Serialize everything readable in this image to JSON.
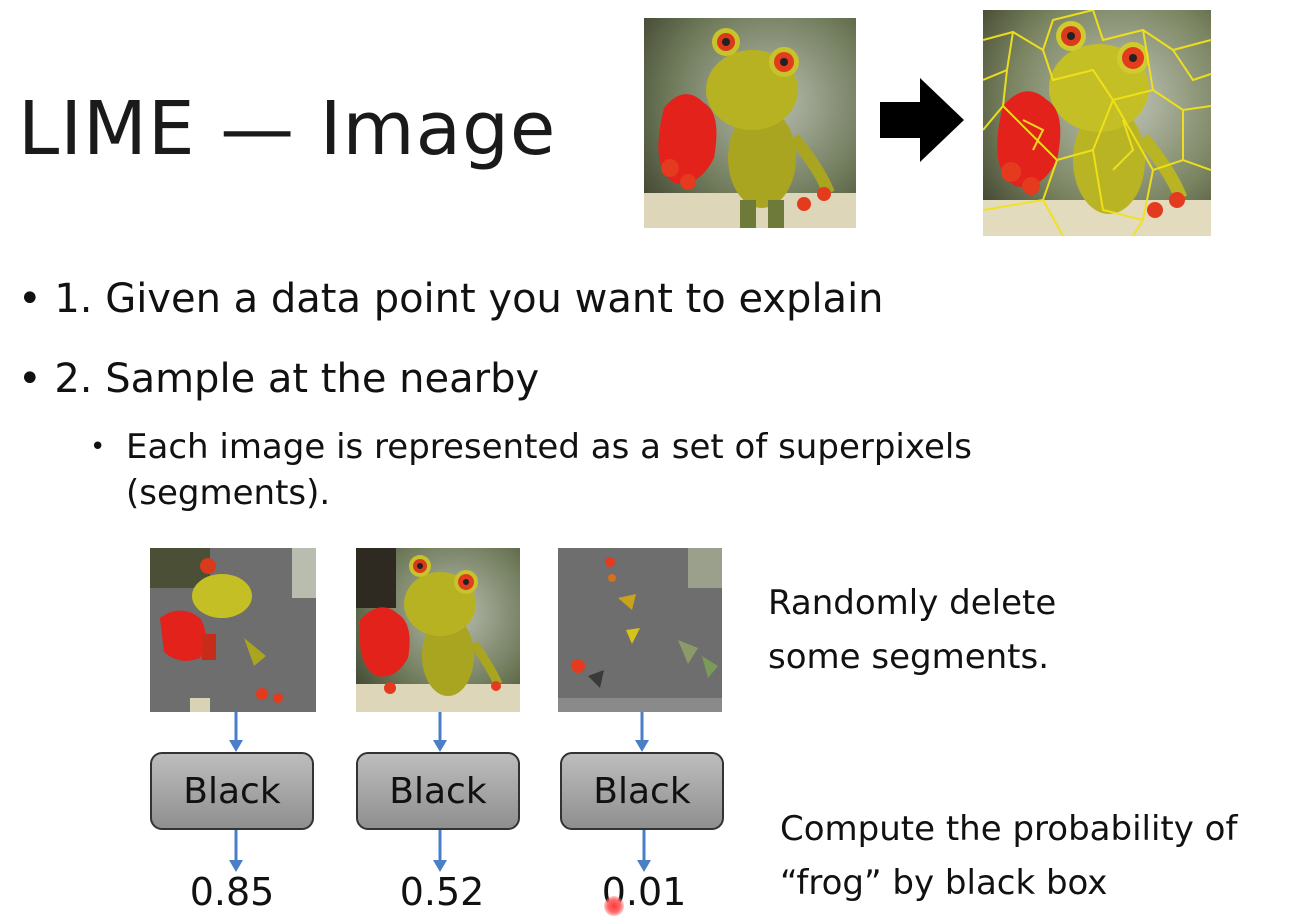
{
  "title": "LIME — Image",
  "bullets": [
    {
      "text": "1. Given a data point you want to explain"
    },
    {
      "text": "2. Sample at the nearby"
    }
  ],
  "sub_bullet": "Each image is represented as a set of superpixels (segments).",
  "side_notes": {
    "delete": "Randomly delete some segments.",
    "compute": "Compute the probability of “frog” by black box"
  },
  "samples": [
    {
      "box_label": "Black",
      "probability": "0.85"
    },
    {
      "box_label": "Black",
      "probability": "0.52"
    },
    {
      "box_label": "Black",
      "probability": "0.01"
    }
  ],
  "colors": {
    "arrow_blue": "#4a7fc8",
    "box_fill": "#a9a9a9",
    "segment_yellow": "#f2e21a",
    "gray_mask": "#6e6e6e"
  },
  "icons": {
    "transform_arrow": "arrow-right-icon",
    "flow_arrow": "arrow-down-icon"
  }
}
